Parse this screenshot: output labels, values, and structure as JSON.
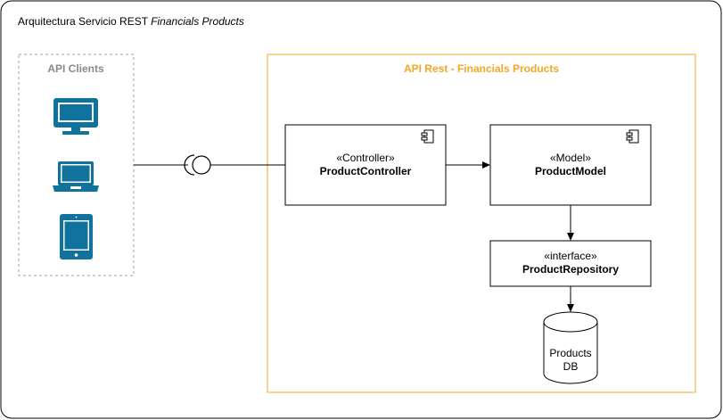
{
  "diagram": {
    "title_prefix": "Arquitectura Servicio REST ",
    "title_italic": "Financials Products",
    "clients_group": {
      "label": "API Clients",
      "devices": [
        "desktop-monitor-icon",
        "laptop-icon",
        "tablet-icon"
      ]
    },
    "api_group": {
      "label": "API Rest - Financials Products"
    },
    "controller": {
      "stereotype": "«Controller»",
      "name": "ProductController"
    },
    "model": {
      "stereotype": "«Model»",
      "name": "ProductModel"
    },
    "repository": {
      "stereotype": "«interface»",
      "name": "ProductRepository"
    },
    "database": {
      "line1": "Products",
      "line2": "DB"
    },
    "colors": {
      "border": "#000000",
      "clients_border": "#a0a0a0",
      "api_border": "#f5a623",
      "device_fill": "#10739e"
    }
  }
}
